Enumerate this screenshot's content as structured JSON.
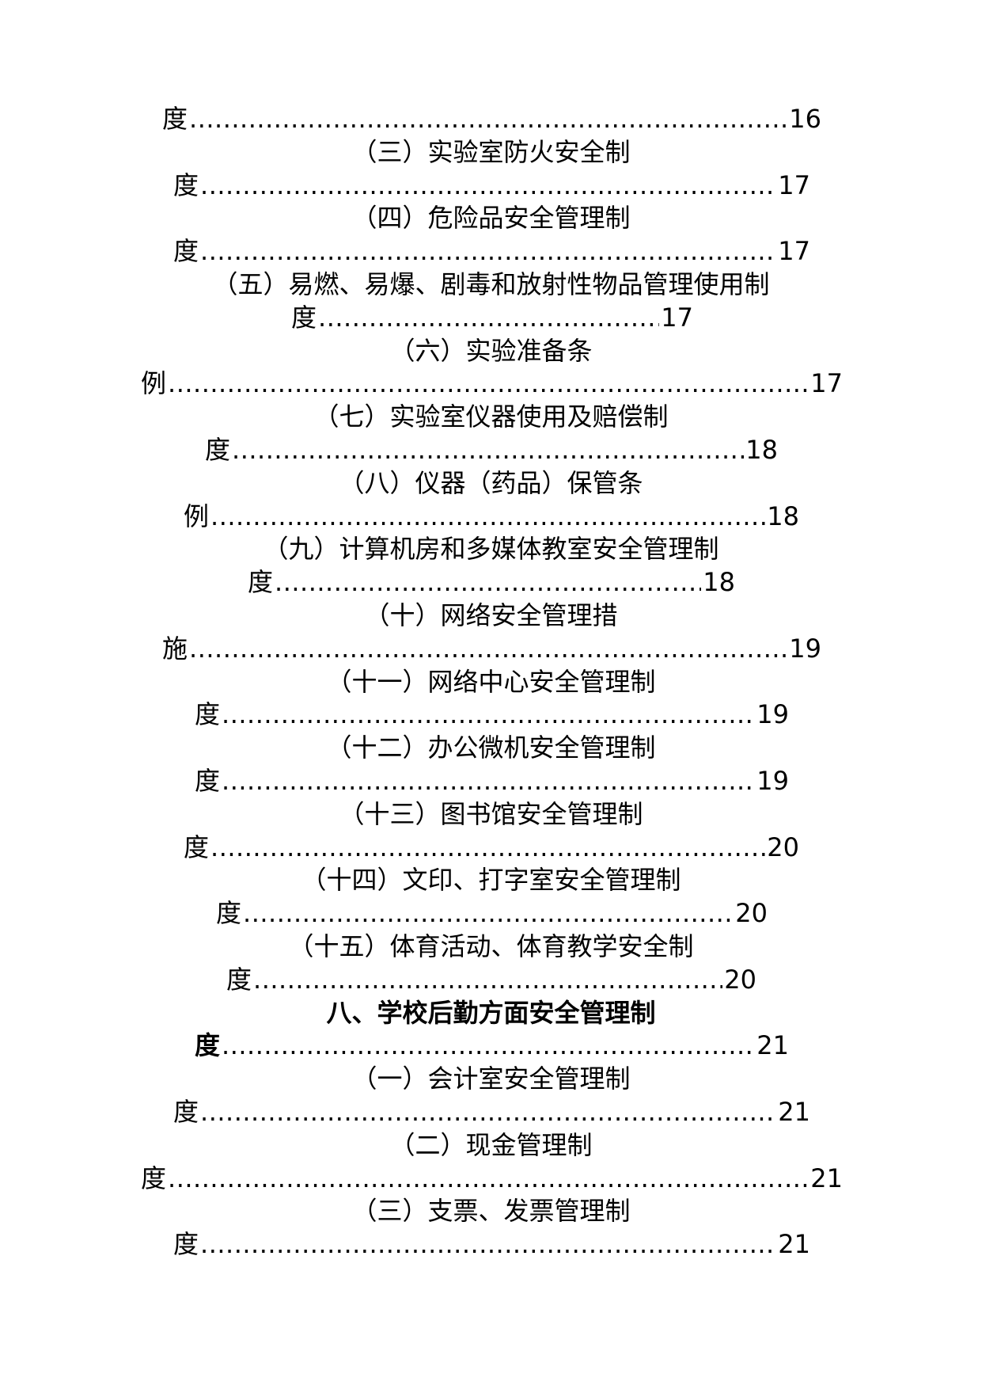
{
  "entries": [
    {
      "title": null,
      "word": "度",
      "page": "16"
    },
    {
      "title": "（三）实验室防火安全制",
      "word": "度",
      "page": "17"
    },
    {
      "title": "（四）危险品安全管理制",
      "word": "度",
      "page": "17"
    },
    {
      "title": "（五）易燃、易爆、剧毒和放射性物品管理使用制",
      "word": "度",
      "page": "17"
    },
    {
      "title": "（六）实验准备条",
      "word": "例",
      "page": "17"
    },
    {
      "title": "（七）实验室仪器使用及赔偿制",
      "word": "度",
      "page": "18"
    },
    {
      "title": "（八）仪器（药品）保管条",
      "word": "例",
      "page": "18"
    },
    {
      "title": "（九）计算机房和多媒体教室安全管理制",
      "word": "度",
      "page": "18"
    },
    {
      "title": "（十）网络安全管理措",
      "word": "施",
      "page": "19"
    },
    {
      "title": "（十一）网络中心安全管理制",
      "word": "度",
      "page": "19"
    },
    {
      "title": "（十二）办公微机安全管理制",
      "word": "度",
      "page": "19"
    },
    {
      "title": "（十三）图书馆安全管理制",
      "word": "度",
      "page": "20"
    },
    {
      "title": "（十四）文印、打字室安全管理制",
      "word": "度",
      "page": "20"
    },
    {
      "title": "（十五）体育活动、体育教学安全制",
      "word": "度",
      "page": "20"
    },
    {
      "title": "八、学校后勤方面安全管理制",
      "word": "度",
      "page": "21",
      "bold": true
    },
    {
      "title": "（一）会计室安全管理制",
      "word": "度",
      "page": "21"
    },
    {
      "title": "（二）现金管理制",
      "word": "度",
      "page": "21"
    },
    {
      "title": "（三）支票、发票管理制",
      "word": "度",
      "page": "21"
    }
  ]
}
